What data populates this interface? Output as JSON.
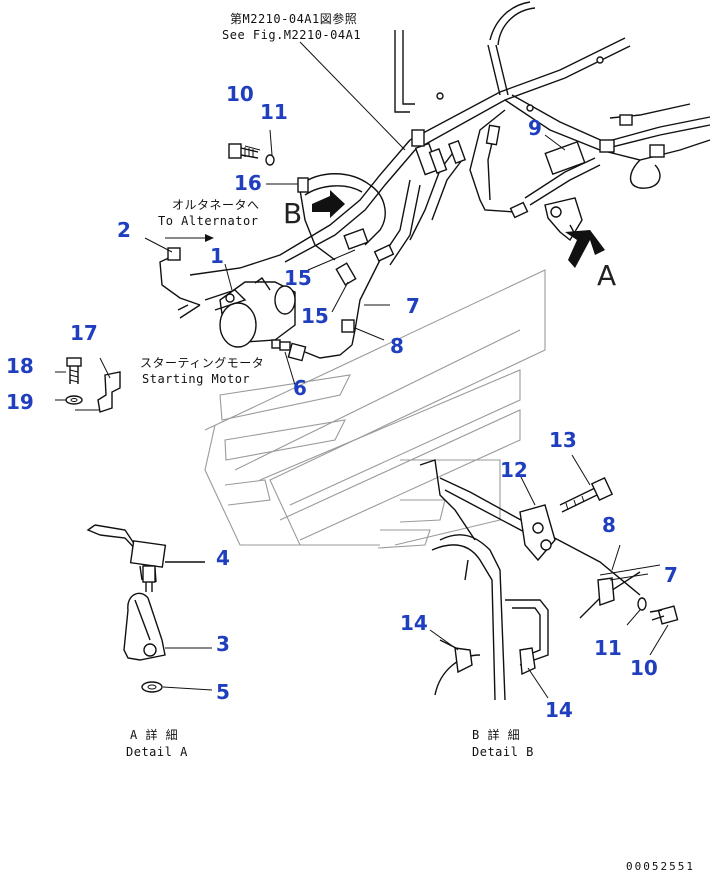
{
  "notes": {
    "ref_jp": "第M2210-04A1図参照",
    "ref_en": "See Fig.M2210-04A1",
    "alt_jp": "オルタネータへ",
    "alt_en": "To Alternator",
    "motor_jp": "スターティングモータ",
    "motor_en": "Starting Motor",
    "detail_a_jp": "A 詳 細",
    "detail_a_en": "Detail A",
    "detail_b_jp": "B 詳 細",
    "detail_b_en": "Detail B"
  },
  "view_letters": {
    "a": "A",
    "b": "B"
  },
  "callouts": [
    "1",
    "2",
    "3",
    "4",
    "5",
    "6",
    "7",
    "7",
    "8",
    "8",
    "9",
    "10",
    "10",
    "11",
    "11",
    "12",
    "13",
    "14",
    "14",
    "15",
    "15",
    "16",
    "17",
    "18",
    "19"
  ],
  "sheet_number": "00052551",
  "colors": {
    "callout": "#1f3fbf",
    "line": "#111111",
    "ghost": "#9a9a9a"
  }
}
